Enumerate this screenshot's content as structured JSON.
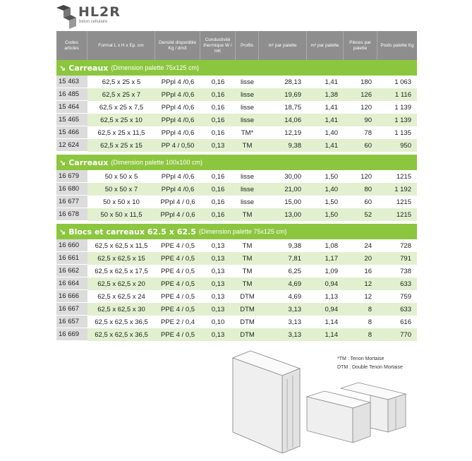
{
  "brand": {
    "name": "HL2R",
    "tagline": "béton cellulaire"
  },
  "headers": [
    "Codes articles",
    "Format L x H x Ep. cm",
    "Densité disponible Kg / dm3",
    "Conductivité thermique W / mK",
    "Profils",
    "m² par palette",
    "m³ par palette",
    "Pièces par palette",
    "Poids palette Kg"
  ],
  "sections": [
    {
      "title": "Carreaux",
      "subtitle": "(Dimension palette 75x125 cm)",
      "rows": [
        [
          "15 463",
          "62,5 x 25 x 5",
          "PPpl 4 /0,6",
          "0,16",
          "lisse",
          "28,13",
          "1,41",
          "180",
          "1 063"
        ],
        [
          "16 485",
          "62,5 x 25 x 7",
          "PPpl 4 /0,6",
          "0,16",
          "lisse",
          "19,69",
          "1,38",
          "126",
          "1 116"
        ],
        [
          "15 464",
          "62,5 x 25 x 7,5",
          "PPpl 4 /0,6",
          "0,16",
          "lisse",
          "18,75",
          "1,41",
          "120",
          "1 139"
        ],
        [
          "15 465",
          "62,5 x 25 x 10",
          "PPpl 4 /0,6",
          "0,16",
          "lisse",
          "14,06",
          "1,41",
          "90",
          "1 139"
        ],
        [
          "15 466",
          "62,5 x 25 x 11,5",
          "PPpl 4 /0,6",
          "0,16",
          "TM*",
          "12,19",
          "1,40",
          "78",
          "1 135"
        ],
        [
          "12 624",
          "62,5 x 25 x 15",
          "PP 4 / 0,50",
          "0,13",
          "TM",
          "9,38",
          "1,41",
          "60",
          "950"
        ]
      ]
    },
    {
      "title": "Carreaux",
      "subtitle": "(Dimension palette 100x100 cm)",
      "rows": [
        [
          "16 679",
          "50 x 50 x 5",
          "PPpl 4 /0,6",
          "0,16",
          "lisse",
          "30,00",
          "1,50",
          "120",
          "1215"
        ],
        [
          "16 680",
          "50 x 50 x 7",
          "PPpl 4 /0,6",
          "0,16",
          "lisse",
          "21,00",
          "1,40",
          "80",
          "1 192"
        ],
        [
          "16 677",
          "50 x 50 x 10",
          "PPpl 4 / 0,6",
          "0,16",
          "lisse",
          "15,00",
          "1,50",
          "60",
          "1215"
        ],
        [
          "16 678",
          "50 x 50 x 11,5",
          "PPpl 4 / 0,6",
          "0,16",
          "TM",
          "13,00",
          "1,50",
          "52",
          "1215"
        ]
      ]
    },
    {
      "title": "Blocs et carreaux 62.5 x 62.5",
      "subtitle": "(Dimension palette 75x125 cm)",
      "rows": [
        [
          "16 660",
          "62,5 x 62,5 x 11,5",
          "PPE 4 / 0,5",
          "0,13",
          "TM",
          "9,38",
          "1,08",
          "24",
          "728"
        ],
        [
          "16 661",
          "62,5 x 62,5 x 15",
          "PPE 4 / 0,5",
          "0,13",
          "TM",
          "7,81",
          "1,17",
          "20",
          "791"
        ],
        [
          "16 662",
          "62,5 x 62,5 x 17,5",
          "PPE 4 / 0,5",
          "0,13",
          "TM",
          "6,25",
          "1,09",
          "16",
          "738"
        ],
        [
          "16 664",
          "62,5 x 62,5 x 20",
          "PPE 4 / 0,5",
          "0,13",
          "TM",
          "4,69",
          "0,94",
          "12",
          "633"
        ],
        [
          "16 666",
          "62,5 x 62,5 x 24",
          "PPE 4 / 0,5",
          "0,13",
          "DTM",
          "4,69",
          "1,13",
          "12",
          "759"
        ],
        [
          "16 667",
          "62,5 x 62,5 x 30",
          "PPE 4 / 0,5",
          "0,13",
          "DTM",
          "3,13",
          "0,94",
          "8",
          "633"
        ],
        [
          "16 657",
          "62,5 x 62,5 x 36,5",
          "PPE 2 / 0,4",
          "0,10",
          "DTM",
          "3,13",
          "1,14",
          "8",
          "616"
        ],
        [
          "16 669",
          "62,5 x 62,5 x 36,5",
          "PPE 4 / 0,5",
          "0,13",
          "DTM",
          "3,13",
          "1,14",
          "8",
          "770"
        ]
      ]
    }
  ],
  "notes": [
    "*TM : Tenon Mortaise",
    "DTM : Double Tenon Mortaise"
  ]
}
